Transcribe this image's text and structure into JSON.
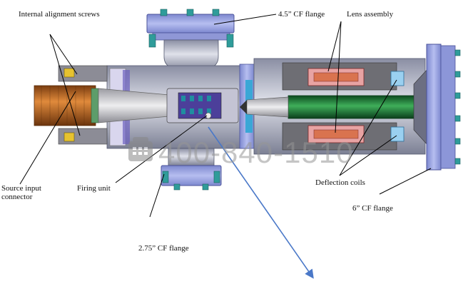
{
  "labels": {
    "internal_alignment_screws": "Internal alignment screws",
    "cf_flange_45": "4.5” CF flange",
    "lens_assembly": "Lens assembly",
    "source_input_connector_line1": "Source input",
    "source_input_connector_line2": "connector",
    "firing_unit": "Firing unit",
    "deflection_coils": "Deflection coils",
    "cf_flange_6": "6” CF flange",
    "cf_flange_275": "2.75” CF flange"
  },
  "watermark": {
    "phone": "400-840-1510",
    "icon": "phone-icon"
  },
  "colors": {
    "flange_blue": "#9aa6e4",
    "body_gray": "#b9bcc9",
    "copper": "#c8722a",
    "green_shaft": "#1f7a3a",
    "coil_pink": "#e8a3a3",
    "pointer_blue": "#4a78c8"
  }
}
